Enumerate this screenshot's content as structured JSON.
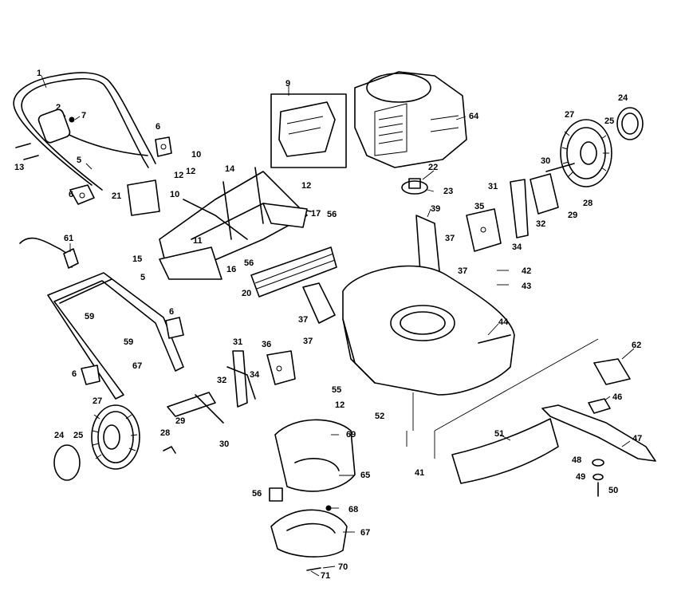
{
  "callouts": {
    "c1": "1",
    "c2": "2",
    "c5a": "5",
    "c5b": "5",
    "c6a": "6",
    "c6b": "6",
    "c6c": "6",
    "c6d": "6",
    "c7": "7",
    "c9": "9",
    "c10a": "10",
    "c10b": "10",
    "c11": "11",
    "c12a": "12",
    "c12b": "12",
    "c12c": "12",
    "c12d": "12",
    "c13": "13",
    "c14": "14",
    "c15": "15",
    "c16": "16",
    "c17": "17",
    "c20": "20",
    "c21": "21",
    "c22": "22",
    "c23": "23",
    "c24a": "24",
    "c24b": "24",
    "c25a": "25",
    "c25b": "25",
    "c27a": "27",
    "c27b": "27",
    "c28a": "28",
    "c28b": "28",
    "c29a": "29",
    "c29b": "29",
    "c30a": "30",
    "c30b": "30",
    "c31a": "31",
    "c31b": "31",
    "c32a": "32",
    "c32b": "32",
    "c34a": "34",
    "c34b": "34",
    "c35": "35",
    "c36": "36",
    "c37a": "37",
    "c37b": "37",
    "c37c": "37",
    "c37d": "37",
    "c39": "39",
    "c41": "41",
    "c42": "42",
    "c43": "43",
    "c44": "44",
    "c46": "46",
    "c47": "47",
    "c48": "48",
    "c49": "49",
    "c50": "50",
    "c51": "51",
    "c52": "52",
    "c55": "55",
    "c56a": "56",
    "c56b": "56",
    "c56c": "56",
    "c59a": "59",
    "c59b": "59",
    "c61": "61",
    "c62": "62",
    "c64": "64",
    "c65": "65",
    "c67a": "67",
    "c67b": "67",
    "c68": "68",
    "c69": "69",
    "c70": "70",
    "c71": "71"
  }
}
